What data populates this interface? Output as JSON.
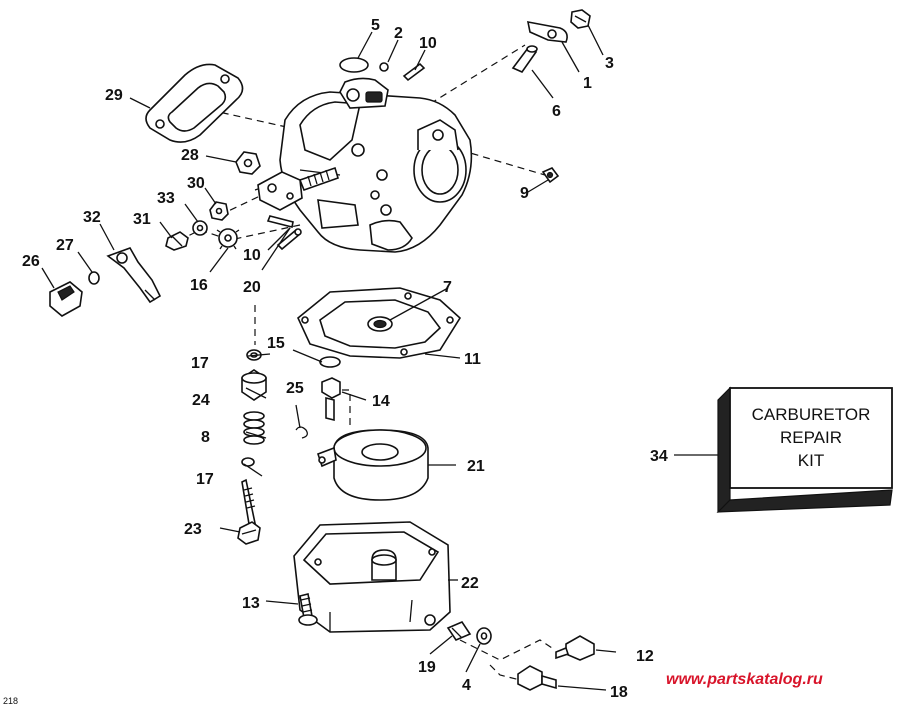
{
  "diagram": {
    "callouts": {
      "c1": "1",
      "c2": "2",
      "c3": "3",
      "c4": "4",
      "c5": "5",
      "c6": "6",
      "c7": "7",
      "c8": "8",
      "c9": "9",
      "c10a": "10",
      "c10b": "10",
      "c11": "11",
      "c12": "12",
      "c13": "13",
      "c14": "14",
      "c15": "15",
      "c16": "16",
      "c17a": "17",
      "c17b": "17",
      "c18": "18",
      "c19": "19",
      "c20": "20",
      "c21": "21",
      "c22": "22",
      "c23": "23",
      "c24": "24",
      "c25": "25",
      "c26": "26",
      "c27": "27",
      "c28": "28",
      "c29": "29",
      "c30": "30",
      "c31": "31",
      "c32": "32",
      "c33": "33",
      "c34": "34"
    },
    "kit_label": {
      "line1": "CARBURETOR",
      "line2": "REPAIR",
      "line3": "KIT"
    },
    "figure_ref": "218",
    "watermark": "www.partskatalog.ru"
  }
}
